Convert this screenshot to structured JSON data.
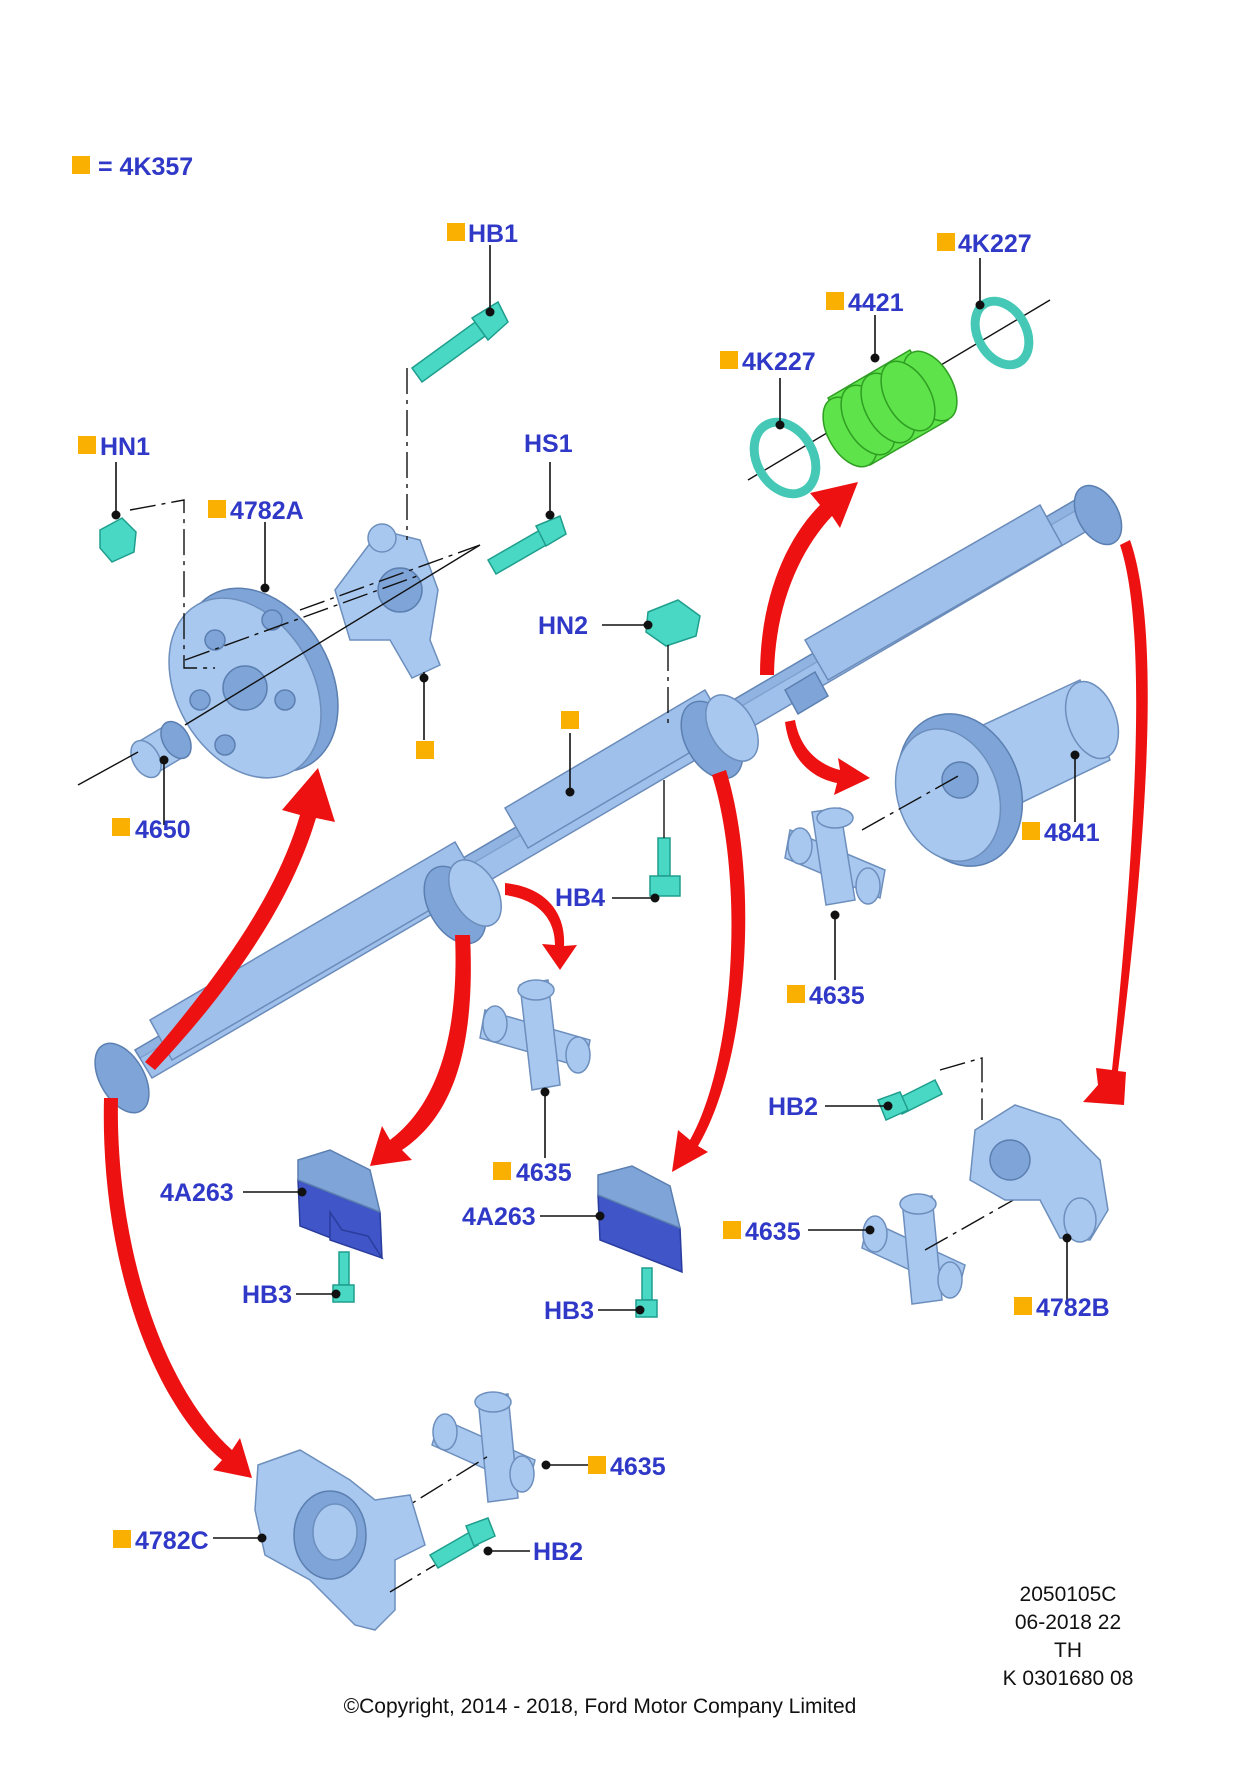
{
  "legend": {
    "symbol_color": "#f9b000",
    "equals": "= 4K357"
  },
  "labels": {
    "hb1": "HB1",
    "k227_top": "4K227",
    "k4421": "4421",
    "k227_left": "4K227",
    "hn1": "HN1",
    "hs1": "HS1",
    "k4782a": "4782A",
    "hn2": "HN2",
    "k4650": "4650",
    "k4841": "4841",
    "hb4": "HB4",
    "k4635_right": "4635",
    "k4635_mid": "4635",
    "hb2_right": "HB2",
    "a263_left": "4A263",
    "a263_mid": "4A263",
    "k4635_lower": "4635",
    "hb3_left": "HB3",
    "hb3_mid": "HB3",
    "k4782b": "4782B",
    "k4635_bottom": "4635",
    "k4782c": "4782C",
    "hb2_bottom": "HB2"
  },
  "info_block": [
    "2050105C",
    "06-2018 22",
    "TH",
    "K 0301680 08"
  ],
  "copyright": "©Copyright, 2014 - 2018, Ford Motor Company Limited",
  "colors": {
    "label_text": "#2f38c7",
    "marker": "#f9b000",
    "arrow": "#ee1111",
    "part": "#a9c8ef",
    "fastener": "#49d8c4",
    "boot": "#5ee34a"
  }
}
